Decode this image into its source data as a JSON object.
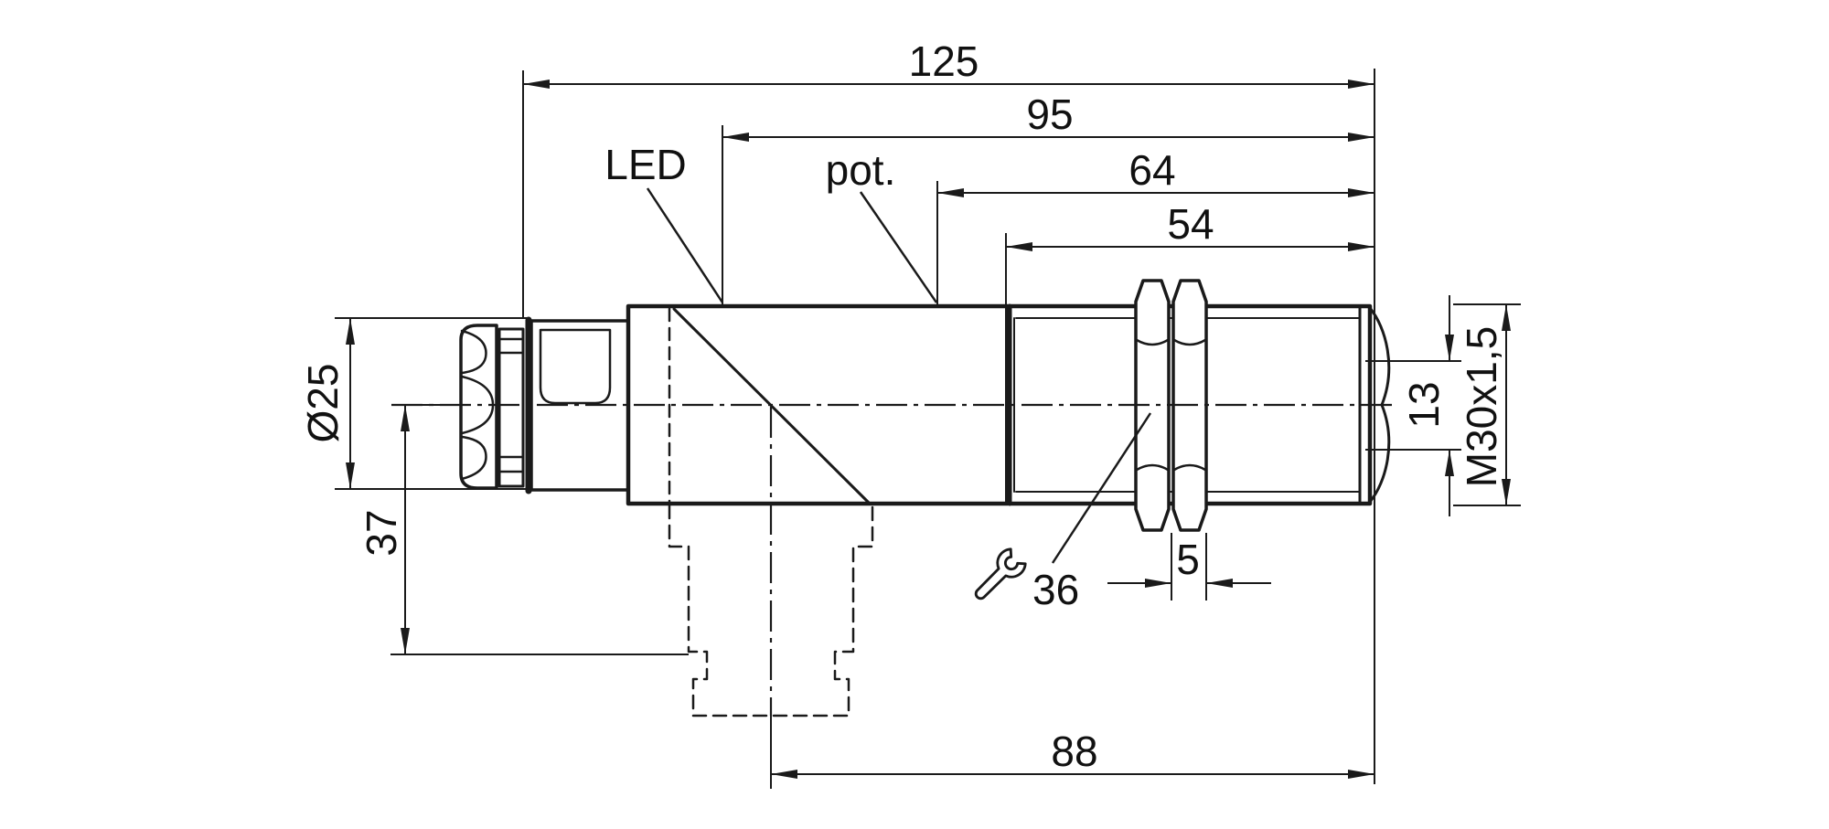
{
  "drawing": {
    "kind": "technical-dimension-drawing",
    "colors": {
      "line": "#1a1a1a",
      "background": "#ffffff"
    },
    "labels": {
      "led": "LED",
      "pot": "pot.",
      "wrench_size": "36"
    },
    "dimensions": {
      "overall_length": "125",
      "length_to_led": "95",
      "length_to_pot": "64",
      "thread_length": "54",
      "nut_thickness": "5",
      "mounting_length": "88",
      "rear_diameter": "Ø25",
      "axis_height": "37",
      "face_diameter": "13",
      "thread_spec": "M30x1,5"
    }
  }
}
